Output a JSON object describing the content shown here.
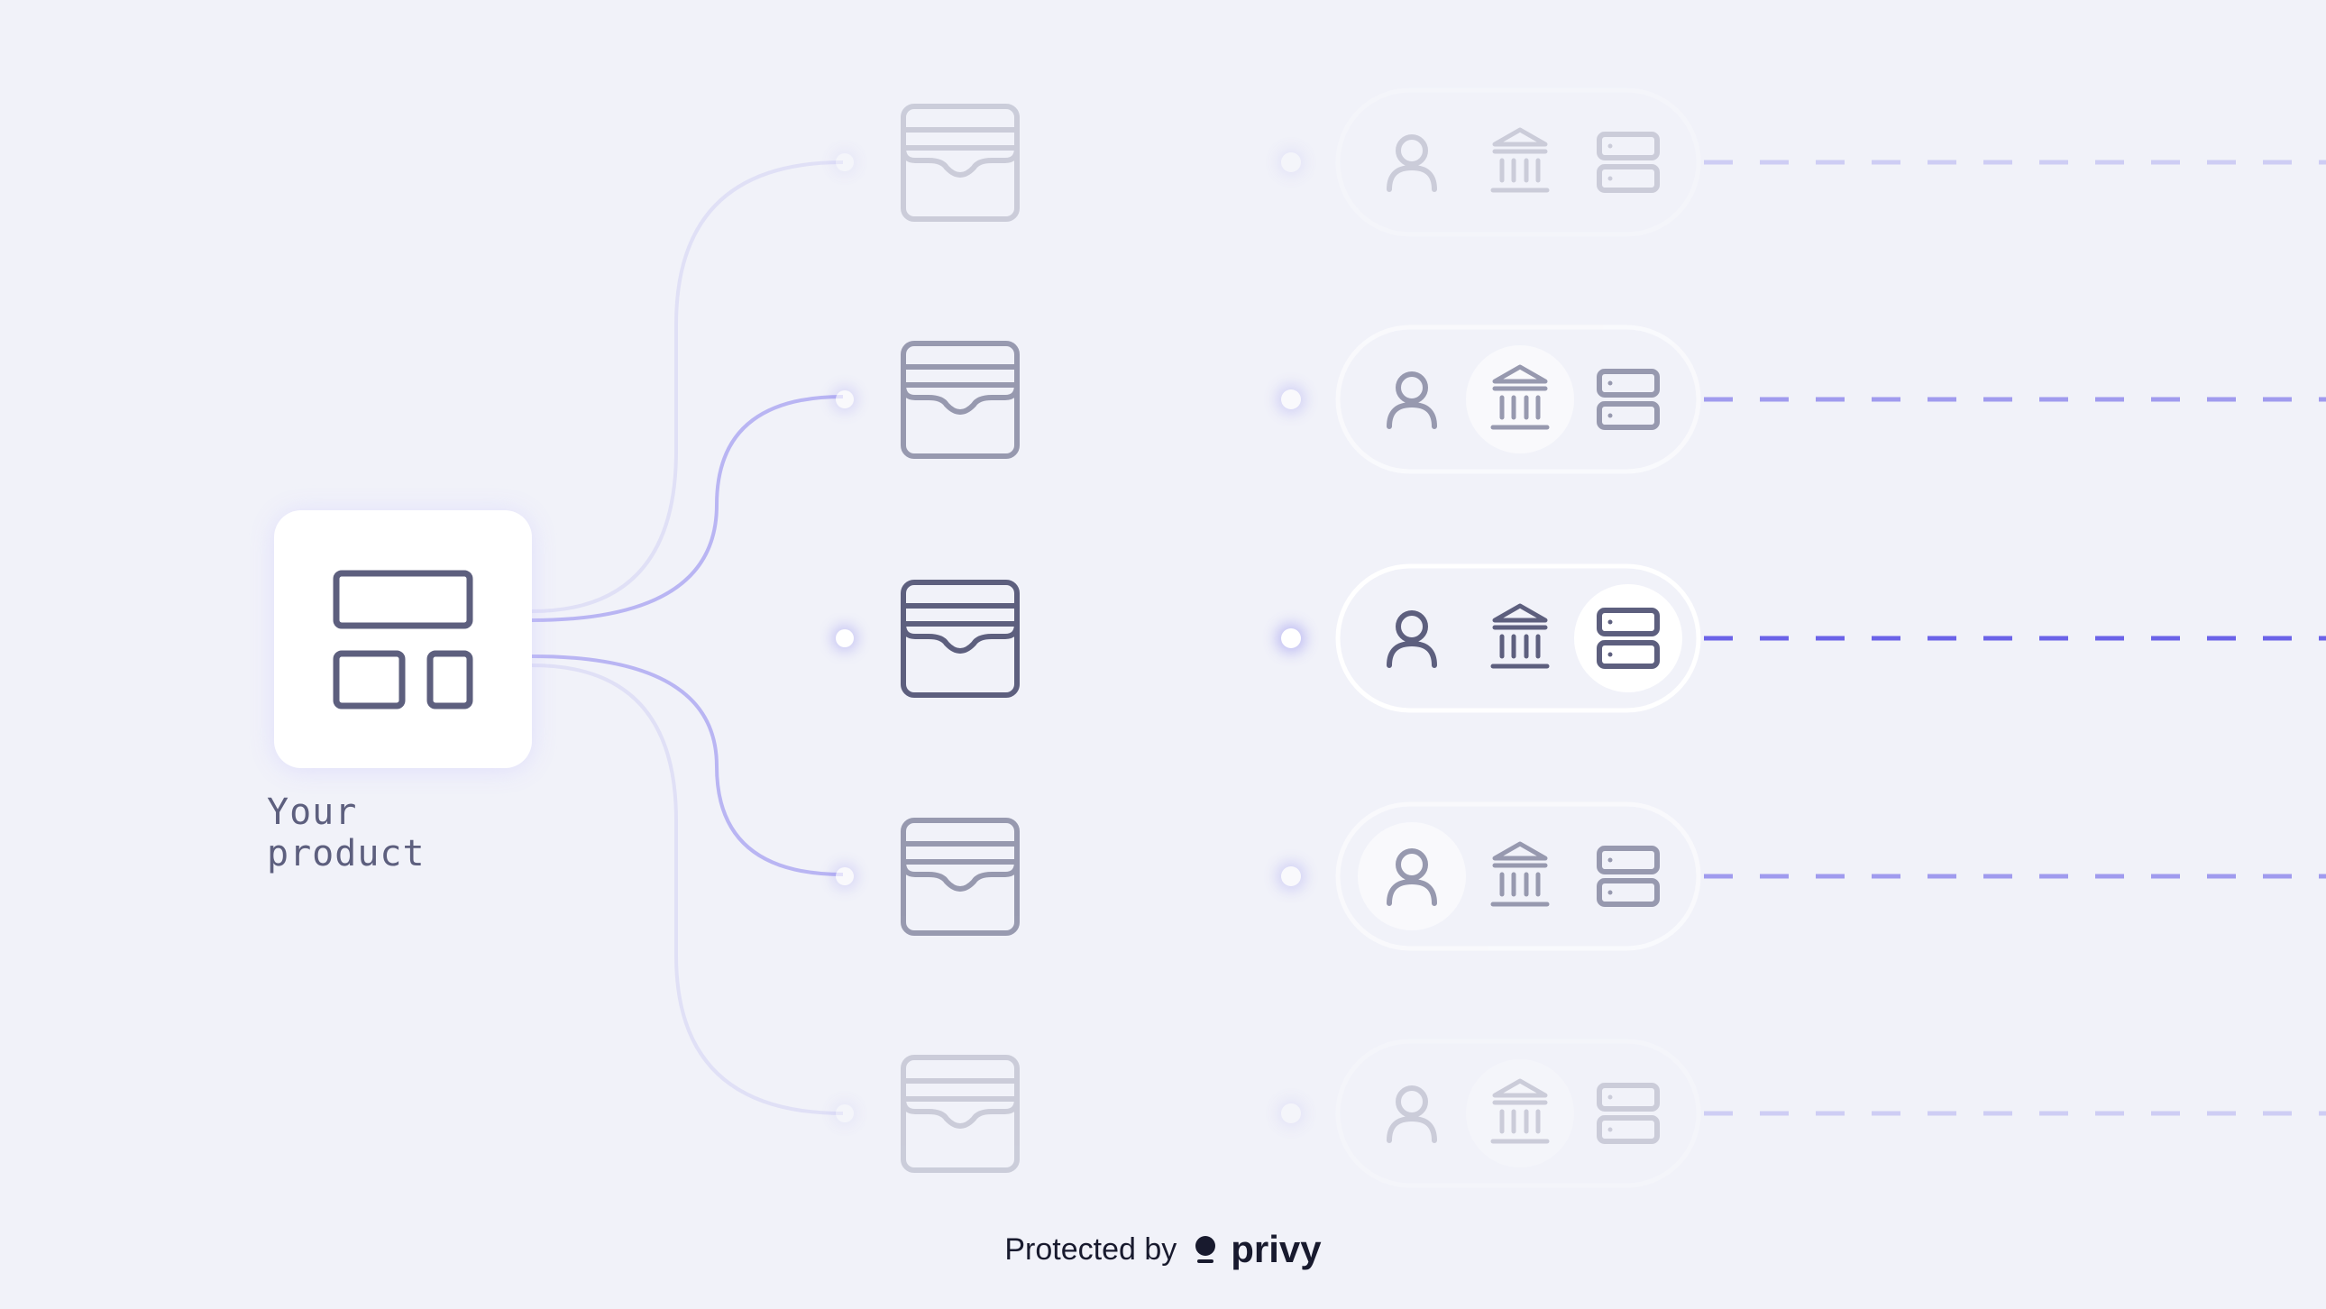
{
  "product": {
    "label": "Your product",
    "icon": "dashboard-layout-icon"
  },
  "wallets": [
    {
      "id": "wallet-1",
      "emphasis": 0.25,
      "highlighted": ""
    },
    {
      "id": "wallet-2",
      "emphasis": 0.6,
      "highlighted": "bank"
    },
    {
      "id": "wallet-3",
      "emphasis": 1.0,
      "highlighted": "server"
    },
    {
      "id": "wallet-4",
      "emphasis": 0.6,
      "highlighted": "user"
    },
    {
      "id": "wallet-5",
      "emphasis": 0.25,
      "highlighted": "bank"
    }
  ],
  "pill_icons": [
    "user-icon",
    "bank-icon",
    "server-icon"
  ],
  "footer": {
    "protected_by": "Protected by",
    "brand": "privy",
    "brand_icon": "privy-logo-icon"
  },
  "colors": {
    "background": "#f1f2f9",
    "accent": "#6b63e8",
    "accent_light": "#b8b2f4",
    "icon_dark": "#5d5f7e",
    "text_dark": "#181a2e",
    "card": "#ffffff"
  }
}
